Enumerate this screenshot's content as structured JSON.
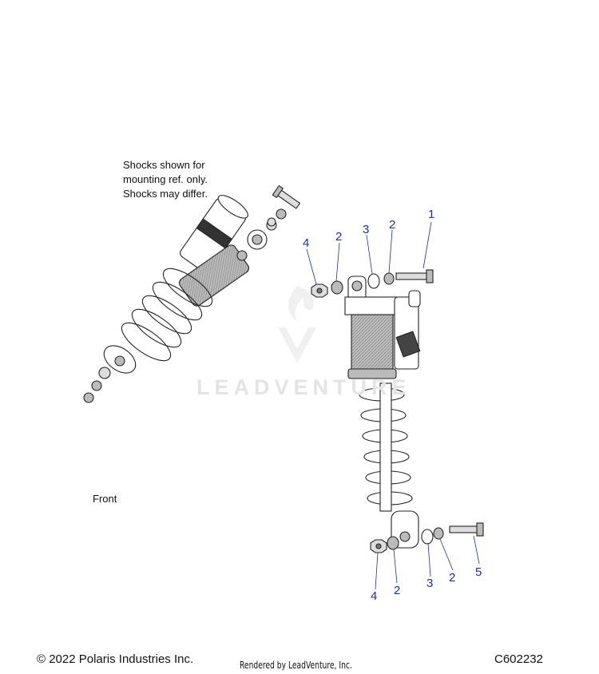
{
  "note": {
    "line1": "Shocks shown for",
    "line2": "mounting ref. only.",
    "line3": "Shocks may differ."
  },
  "front_label": "Front",
  "watermark": "LEADVENTURE",
  "callouts": {
    "c1": "1",
    "c2a": "2",
    "c3a": "3",
    "c2b": "2",
    "c4a": "4",
    "c4b": "4",
    "c2c": "2",
    "c3b": "3",
    "c2d": "2",
    "c5": "5"
  },
  "footer": {
    "copyright": "© 2022 Polaris Industries Inc.",
    "rendered": "Rendered by LeadVenture, Inc.",
    "code": "C602232"
  },
  "colors": {
    "callout": "#1a2fa8",
    "line": "#222222",
    "shade": "#9a9a9a"
  }
}
